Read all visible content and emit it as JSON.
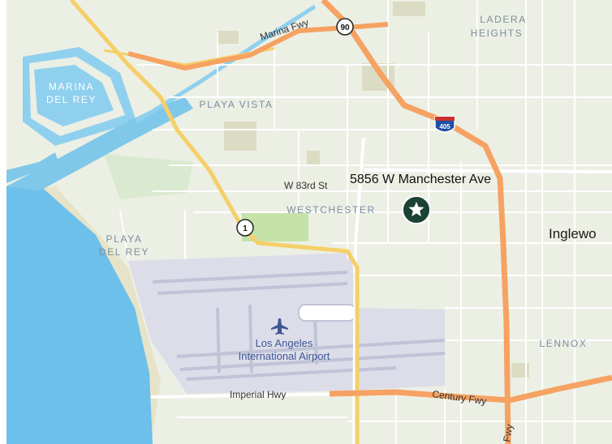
{
  "map": {
    "address": "5856 W Manchester Ave",
    "areas": {
      "ladera_heights_1": "LADERA",
      "ladera_heights_2": "HEIGHTS",
      "marina_del_rey_1": "MARINA",
      "marina_del_rey_2": "DEL REY",
      "playa_vista": "PLAYA VISTA",
      "westchester": "WESTCHESTER",
      "playa_del_rey_1": "PLAYA",
      "playa_del_rey_2": "DEL REY",
      "lennox": "LENNOX"
    },
    "places": {
      "inglewood": "Inglewo"
    },
    "roads": {
      "marina_fwy": "Marina Fwy",
      "w_83rd_st": "W 83rd St",
      "imperial_hwy": "Imperial Hwy",
      "century_fwy": "Century Fwy",
      "fwy_vertical": "Fwy"
    },
    "shields": {
      "route_90": "90",
      "route_405": "405",
      "route_1": "1"
    },
    "airport": {
      "line1": "Los Angeles",
      "line2": "International Airport"
    },
    "colors": {
      "land": "#ecefe4",
      "water": "#7fc8ea",
      "ocean": "#6cc0ea",
      "freeway": "#f5a262",
      "highway": "#f5cf68",
      "park": "#c5e3a9",
      "airport": "#dcdde9",
      "marker": "#1c4236",
      "interstate": "#1f4fa6"
    }
  }
}
